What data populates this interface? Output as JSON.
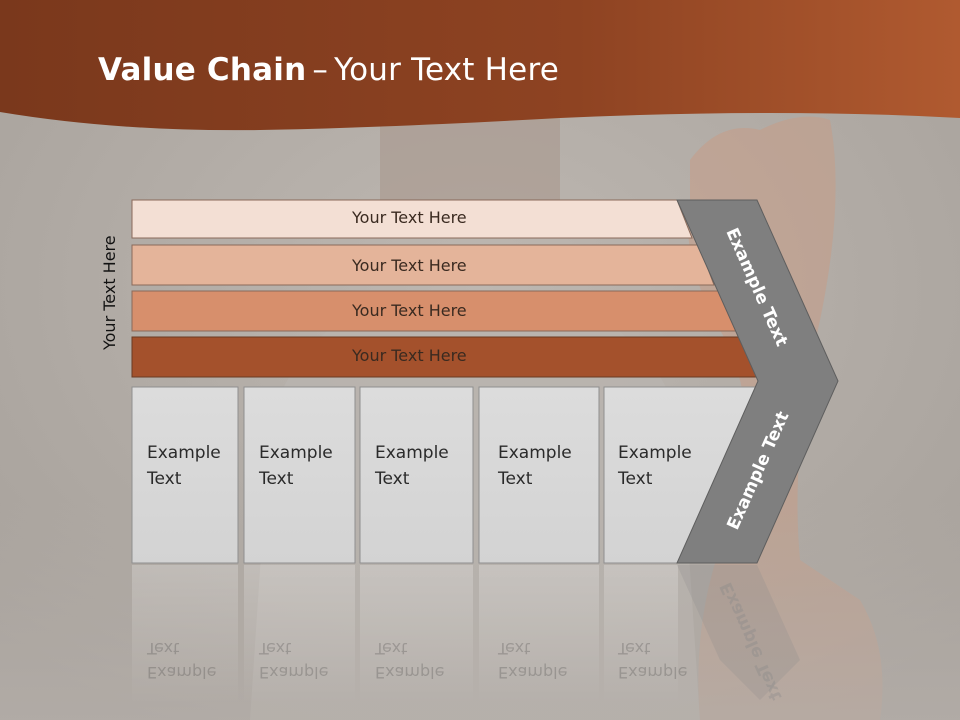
{
  "title": {
    "bold": "Value Chain",
    "separator": "–",
    "rest": "Your Text Here"
  },
  "vertical_label": "Your Text Here",
  "bars": [
    {
      "label": "Your Text Here",
      "color": "#f3dfd4"
    },
    {
      "label": "Your Text Here",
      "color": "#e4b49a"
    },
    {
      "label": "Your Text Here",
      "color": "#d78f6c"
    },
    {
      "label": "Your Text Here",
      "color": "#a4512c"
    }
  ],
  "columns": [
    {
      "line1": "Example",
      "line2": "Text"
    },
    {
      "line1": "Example",
      "line2": "Text"
    },
    {
      "line1": "Example",
      "line2": "Text"
    },
    {
      "line1": "Example",
      "line2": "Text"
    },
    {
      "line1": "Example",
      "line2": "Text"
    }
  ],
  "chevron": {
    "upper_label": "Example Text",
    "lower_label": "Example Text",
    "color": "#7f7f7f"
  },
  "colors": {
    "header": "#8a3f1d",
    "background": "#b3aea9",
    "column_fill": "#d9d9d9"
  }
}
